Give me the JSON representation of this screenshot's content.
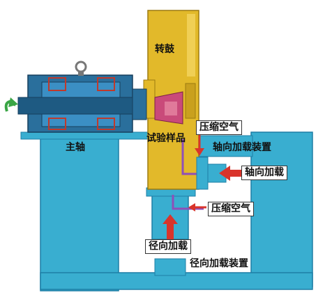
{
  "labels": {
    "drum": "转鼓",
    "spindle": "主轴",
    "test_sample": "试验样品",
    "compressed_air_top": "压缩空气",
    "axial_loading_device": "轴向加载装置",
    "axial_loading": "轴向加载",
    "compressed_air_bottom": "压缩空气",
    "radial_loading": "径向加载",
    "radial_loading_device": "径向加载装置"
  },
  "colors": {
    "frame": "#39aed0",
    "frame_dark": "#1e7fa6",
    "drum": "#e2b92a",
    "drum_dark": "#9c7a10",
    "spindle_body": "#2a6f9c",
    "bearing": "#c0392b",
    "air_line": "#8e4fb8",
    "arrow": "#d9342b",
    "rotation_arrow": "#3aa545"
  },
  "icons": {
    "rotation": "rotation-arrow-icon",
    "lifting_eye": "lifting-eye-icon"
  }
}
